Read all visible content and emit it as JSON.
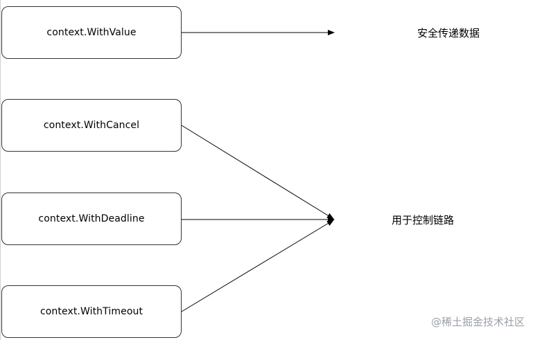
{
  "diagram": {
    "boxes": [
      {
        "label": "context.WithValue"
      },
      {
        "label": "context.WithCancel"
      },
      {
        "label": "context.WithDeadline"
      },
      {
        "label": "context.WithTimeout"
      }
    ],
    "targets": {
      "top": "安全传递数据",
      "middle": "用于控制链路"
    },
    "edges": [
      {
        "from": "context.WithValue",
        "to": "安全传递数据"
      },
      {
        "from": "context.WithCancel",
        "to": "用于控制链路"
      },
      {
        "from": "context.WithDeadline",
        "to": "用于控制链路"
      },
      {
        "from": "context.WithTimeout",
        "to": "用于控制链路"
      }
    ]
  },
  "watermark": "@稀土掘金技术社区",
  "colors": {
    "stroke": "#333333",
    "text": "#000000",
    "watermark": "#9aa0a6"
  }
}
